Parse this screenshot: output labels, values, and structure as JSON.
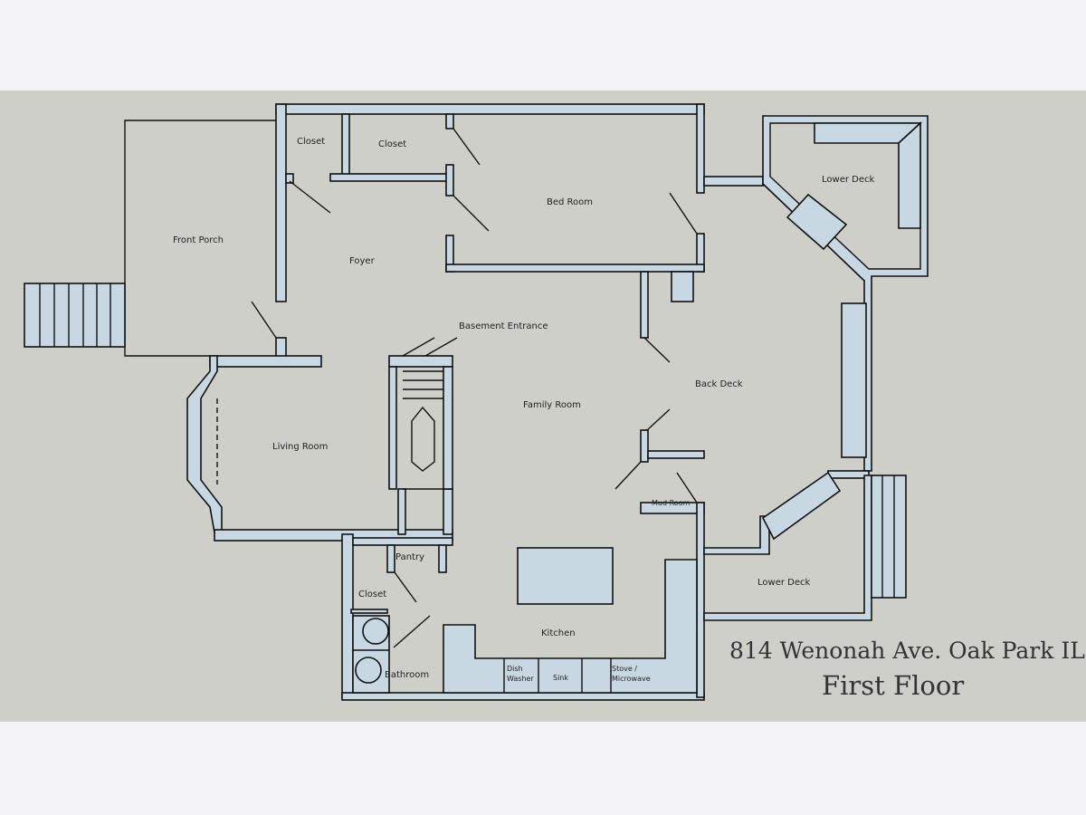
{
  "rooms": {
    "closet_1": "Closet",
    "closet_2": "Closet",
    "bed_room": "Bed Room",
    "front_porch": "Front Porch",
    "foyer": "Foyer",
    "lower_deck_top": "Lower Deck",
    "basement_entrance": "Basement Entrance",
    "back_deck": "Back Deck",
    "family_room": "Family Room",
    "living_room": "Living Room",
    "mud_room": "Mud Room",
    "pantry": "Pantry",
    "lower_deck_bottom": "Lower Deck",
    "closet_3": "Closet",
    "kitchen": "Kitchen",
    "bathroom": "Bathroom",
    "dish_washer_1": "Dish",
    "dish_washer_2": "Washer",
    "sink": "Sink",
    "stove_1": "Stove /",
    "stove_2": "Microwave"
  },
  "title": {
    "address": "814 Wenonah Ave. Oak Park IL",
    "floor": "First Floor"
  },
  "colors": {
    "background": "#cfcfca",
    "wall": "#c8d8e3",
    "line": "#111111"
  }
}
